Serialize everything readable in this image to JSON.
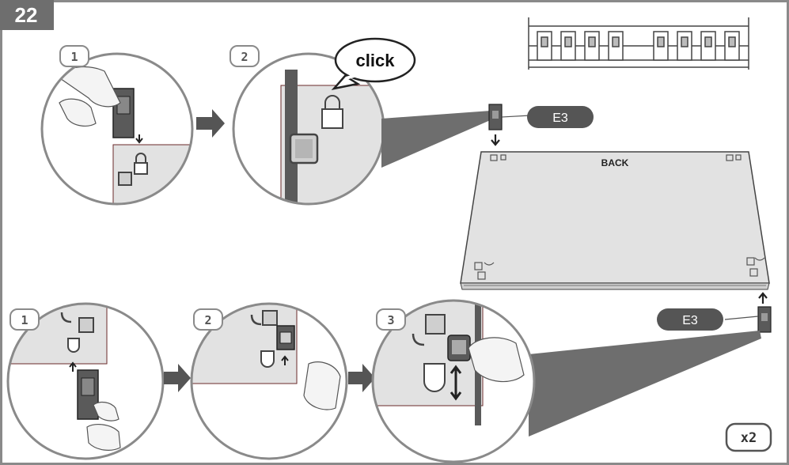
{
  "step_number": "22",
  "callout": "click",
  "panel_label": "BACK",
  "part_label_top": "E3",
  "part_label_bottom": "E3",
  "quantity": "x2",
  "top_steps": [
    "1",
    "2"
  ],
  "bottom_steps": [
    "1",
    "2",
    "3"
  ],
  "colors": {
    "frame": "#8a8a8a",
    "panel_fill": "#e2e2e2",
    "part_fill": "#5a5a5a",
    "label_bg": "#555555",
    "arrow": "#555555"
  }
}
